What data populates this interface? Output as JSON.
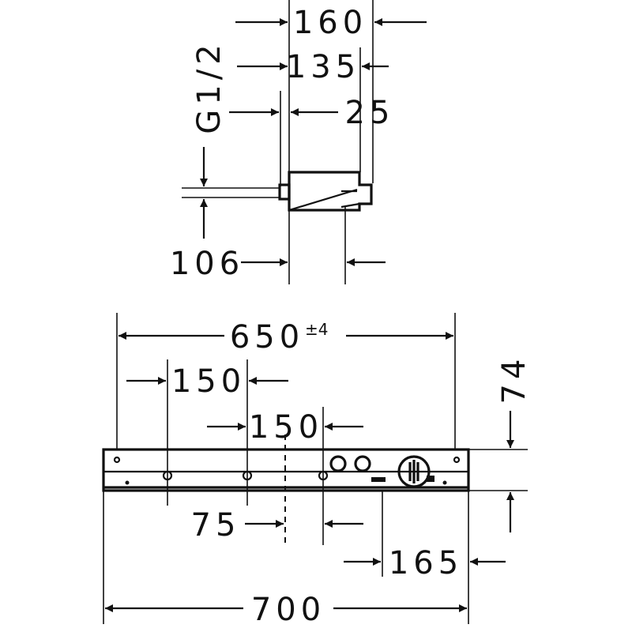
{
  "side_view": {
    "dim_160": "160",
    "dim_135": "135",
    "dim_25": "25",
    "dim_thread": "G1/2",
    "dim_106": "106"
  },
  "front_view": {
    "dim_650": "650",
    "dim_650_tolerance": "±4",
    "dim_150_a": "150",
    "dim_150_b": "150",
    "dim_74": "74",
    "dim_75": "75",
    "dim_165": "165",
    "dim_700": "700"
  }
}
